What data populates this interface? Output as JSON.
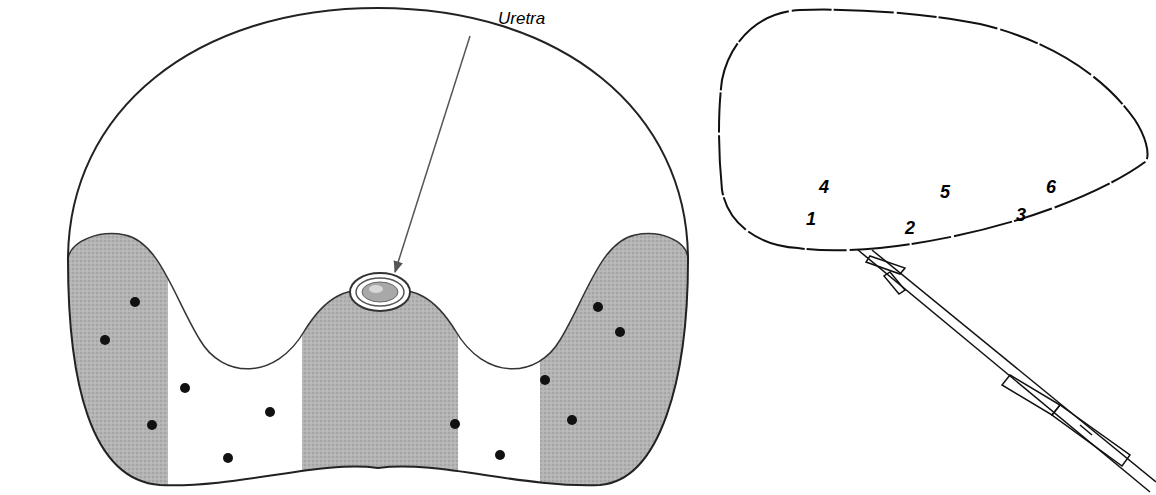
{
  "diagram": {
    "labels": [
      "Uretra",
      "4",
      "5",
      "6",
      "1",
      "2",
      "3"
    ]
  }
}
